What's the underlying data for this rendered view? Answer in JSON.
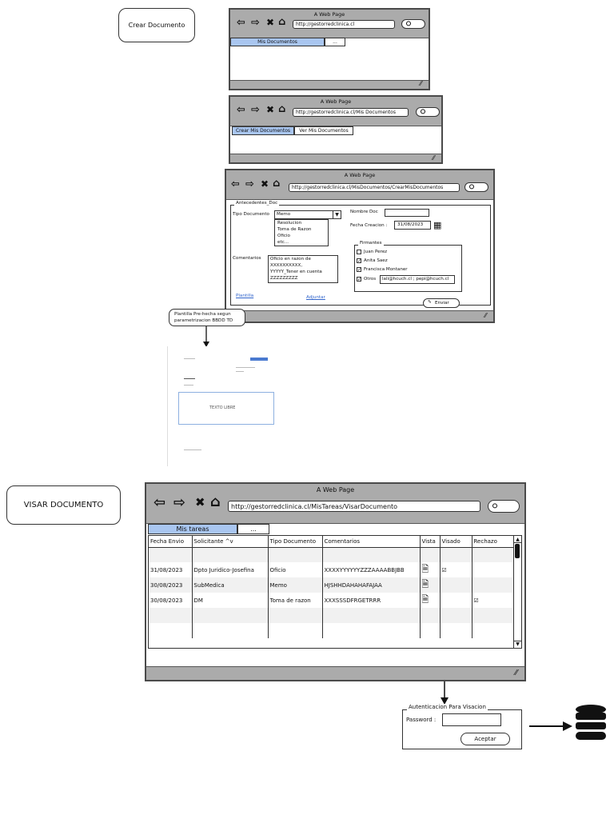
{
  "crear": {
    "label": "Crear Documento",
    "window1": {
      "title": "A Web Page",
      "url": "http://gestorredclinica.cl",
      "tab_active": "Mis Documentos",
      "tab_more": "..."
    },
    "window2": {
      "title": "A Web Page",
      "url": "http://gestorredclinica.cl/Mis Documentos",
      "tab_active": "Crear Mis Documentos",
      "tab_other": "Ver Mis Documentos"
    },
    "window3": {
      "title": "A Web Page",
      "url": "http://gestorredclinica.cl/MisDocumentos/CrearMisDocumentos",
      "group_label": "Antecedentes_Doc",
      "tipo_label": "Tipo Documento",
      "tipo_value": "Memo",
      "tipo_options": [
        "Resolucion",
        "Toma de Razon",
        "Oficio",
        "etc..."
      ],
      "nombre_label": "Nombre Doc",
      "fecha_label": "Fecha Creacion :",
      "fecha_value": "31/08/2023",
      "comentarios_label": "Comentarios",
      "comentarios_lines": [
        "Oficio en razon de",
        "XXXXXXXXXX,",
        "YYYYY_Tener en cuenta",
        "ZZZZZZZZZ"
      ],
      "firmantes_label": "Firmantes",
      "firmantes": [
        {
          "name": "Juan Perez",
          "checked": false
        },
        {
          "name": "Anita Saez",
          "checked": true
        },
        {
          "name": "Francisca Montaner",
          "checked": true
        },
        {
          "name": "Otros",
          "checked": true
        }
      ],
      "otros_value": "lali@hcuch.cl ; pepi@hcuch.cl",
      "plantilla_link": "Plantilla",
      "adjuntar_link": "Adjuntar",
      "enviar_button": "Enviar"
    },
    "tooltip_lines": [
      "Plantilla Pre-hecha segun",
      "parametrizacion BBDD TD"
    ],
    "preview_text": "TEXTO LIBRE"
  },
  "visar": {
    "label": "VISAR DOCUMENTO",
    "window": {
      "title": "A Web Page",
      "url": "http://gestorredclinica.cl/MisTareas/VisarDocumento",
      "tab_active": "Mis tareas",
      "tab_more": "...",
      "columns": [
        "Fecha Envio",
        "Solicitante ^v",
        "Tipo Documento",
        "Comentarios",
        "Vista",
        "Visado",
        "Rechazo"
      ],
      "rows": [
        {
          "fecha": "",
          "solicitante": "",
          "tipo": "",
          "comentarios": "",
          "vista": false,
          "visado": false,
          "rechazo": false
        },
        {
          "fecha": "31/08/2023",
          "solicitante": "Dpto Juridico-Josefina",
          "tipo": "Oficio",
          "comentarios": "XXXXYYYYYYZZZAAAABBJBB",
          "vista": true,
          "visado": true,
          "rechazo": false
        },
        {
          "fecha": "30/08/2023",
          "solicitante": "SubMedica",
          "tipo": "Memo",
          "comentarios": "HJSHHDAHAHAFAJAA",
          "vista": true,
          "visado": false,
          "rechazo": false
        },
        {
          "fecha": "30/08/2023",
          "solicitante": "DM",
          "tipo": "Toma de razon",
          "comentarios": "XXXSSSDFRGETRRR",
          "vista": true,
          "visado": false,
          "rechazo": true
        },
        {
          "fecha": "",
          "solicitante": "",
          "tipo": "",
          "comentarios": "",
          "vista": false,
          "visado": false,
          "rechazo": false
        },
        {
          "fecha": "",
          "solicitante": "",
          "tipo": "",
          "comentarios": "",
          "vista": false,
          "visado": false,
          "rechazo": false
        }
      ]
    },
    "auth": {
      "group_label": "Autenticacion Para Visacion",
      "password_label": "Password :",
      "button": "Aceptar"
    }
  }
}
